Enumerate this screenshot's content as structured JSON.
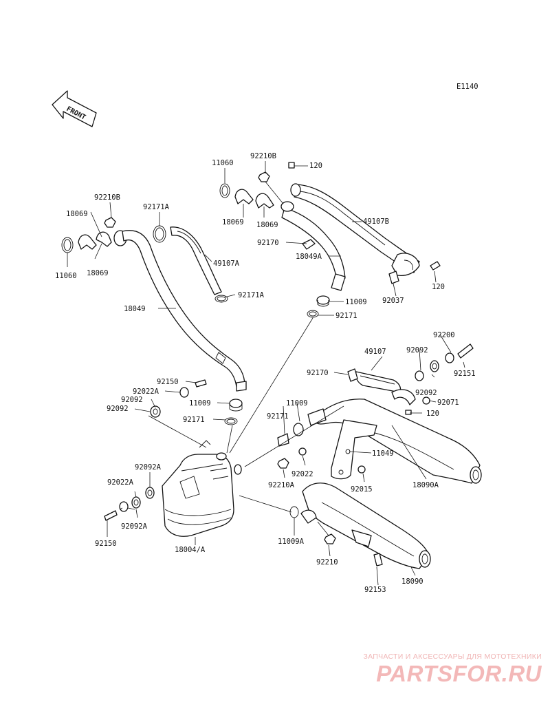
{
  "diagram_code": "E1140",
  "front_marker": "FRONT",
  "parts": [
    {
      "id": "p-11060-a",
      "label": "11060"
    },
    {
      "id": "p-92210b-a",
      "label": "92210B"
    },
    {
      "id": "p-120-a",
      "label": "120"
    },
    {
      "id": "p-18069-a",
      "label": "18069"
    },
    {
      "id": "p-18069-b",
      "label": "18069"
    },
    {
      "id": "p-49107b",
      "label": "49107B"
    },
    {
      "id": "p-92170-a",
      "label": "92170"
    },
    {
      "id": "p-18049a",
      "label": "18049A"
    },
    {
      "id": "p-120-b",
      "label": "120"
    },
    {
      "id": "p-92037",
      "label": "92037"
    },
    {
      "id": "p-11009-a",
      "label": "11009"
    },
    {
      "id": "p-92171-a",
      "label": "92171"
    },
    {
      "id": "p-92210b-b",
      "label": "92210B"
    },
    {
      "id": "p-18069-c",
      "label": "18069"
    },
    {
      "id": "p-92171a-a",
      "label": "92171A"
    },
    {
      "id": "p-11060-b",
      "label": "11060"
    },
    {
      "id": "p-18069-d",
      "label": "18069"
    },
    {
      "id": "p-49107a",
      "label": "49107A"
    },
    {
      "id": "p-92171a-b",
      "label": "92171A"
    },
    {
      "id": "p-18049",
      "label": "18049"
    },
    {
      "id": "p-92200",
      "label": "92200"
    },
    {
      "id": "p-49107",
      "label": "49107"
    },
    {
      "id": "p-92092-a",
      "label": "92092"
    },
    {
      "id": "p-92170-b",
      "label": "92170"
    },
    {
      "id": "p-92151",
      "label": "92151"
    },
    {
      "id": "p-92092-b",
      "label": "92092"
    },
    {
      "id": "p-92071",
      "label": "92071"
    },
    {
      "id": "p-120-c",
      "label": "120"
    },
    {
      "id": "p-92150-a",
      "label": "92150"
    },
    {
      "id": "p-92022a-a",
      "label": "92022A"
    },
    {
      "id": "p-92092-c",
      "label": "92092"
    },
    {
      "id": "p-11009-b",
      "label": "11009"
    },
    {
      "id": "p-92092-d",
      "label": "92092"
    },
    {
      "id": "p-92171-b",
      "label": "92171"
    },
    {
      "id": "p-11009-c",
      "label": "11009"
    },
    {
      "id": "p-92171-c",
      "label": "92171"
    },
    {
      "id": "p-11049",
      "label": "11049"
    },
    {
      "id": "p-92022",
      "label": "92022"
    },
    {
      "id": "p-92210a",
      "label": "92210A"
    },
    {
      "id": "p-92015",
      "label": "92015"
    },
    {
      "id": "p-18090a",
      "label": "18090A"
    },
    {
      "id": "p-92092a-a",
      "label": "92092A"
    },
    {
      "id": "p-92022a-b",
      "label": "92022A"
    },
    {
      "id": "p-92092a-b",
      "label": "92092A"
    },
    {
      "id": "p-92150-b",
      "label": "92150"
    },
    {
      "id": "p-18004a",
      "label": "18004/A"
    },
    {
      "id": "p-11009a",
      "label": "11009A"
    },
    {
      "id": "p-92210",
      "label": "92210"
    },
    {
      "id": "p-18090",
      "label": "18090"
    },
    {
      "id": "p-92153",
      "label": "92153"
    }
  ],
  "watermark": {
    "tagline": "ЗАПЧАСТИ И АКСЕССУАРЫ ДЛЯ МОТОТЕХНИКИ",
    "brand": "PARTSFOR.RU"
  }
}
